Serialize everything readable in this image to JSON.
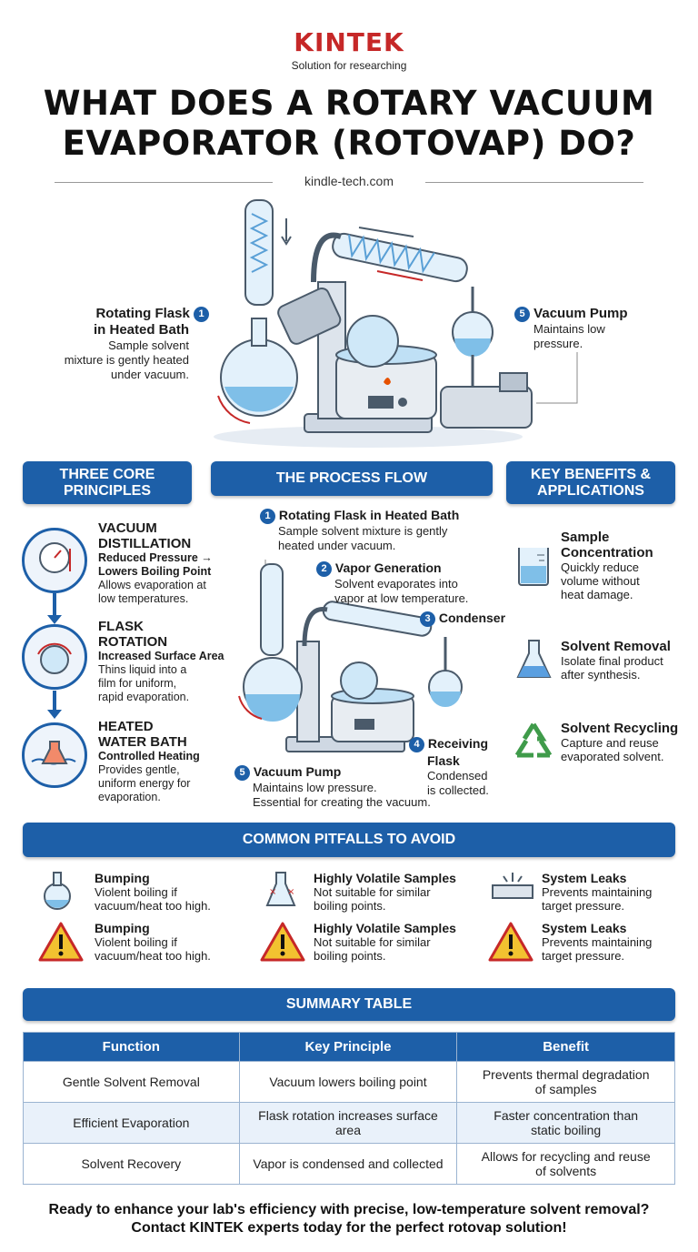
{
  "brand": {
    "logo": "KINTEK",
    "tagline": "Solution for researching"
  },
  "title": {
    "line1": "WHAT DOES A ROTARY VACUUM",
    "line2": "EVAPORATOR (ROTOVAP) DO?"
  },
  "source": "kindle-tech.com",
  "hero": {
    "callout1": {
      "num": "1",
      "title1": "Rotating Flask",
      "title2": "in Heated Bath",
      "text1": "Sample solvent",
      "text2": "mixture is gently heated",
      "text3": "under vacuum."
    },
    "callout5": {
      "num": "5",
      "title": "Vacuum Pump",
      "text1": "Maintains low",
      "text2": "pressure."
    }
  },
  "sections": {
    "principles": {
      "l1": "THREE CORE",
      "l2": "PRINCIPLES"
    },
    "process": "THE PROCESS FLOW",
    "benefits": {
      "l1": "KEY BENEFITS &",
      "l2": "APPLICATIONS"
    }
  },
  "principles": [
    {
      "t1": "VACUUM",
      "t2": "DISTILLATION",
      "s1": "Reduced Pressure →",
      "s2": "Lowers Boiling Point",
      "x1": "Allows evaporation at",
      "x2": "low temperatures.",
      "x3": ""
    },
    {
      "t1": "FLASK",
      "t2": "ROTATION",
      "s1": "Increased Surface Area",
      "s2": "",
      "x1": "Thins liquid into a",
      "x2": "film for uniform,",
      "x3": "rapid evaporation."
    },
    {
      "t1": "HEATED",
      "t2": "WATER BATH",
      "s1": "Controlled Heating",
      "s2": "",
      "x1": "Provides gentle,",
      "x2": "uniform energy for",
      "x3": "evaporation."
    }
  ],
  "process": {
    "step1": {
      "num": "1",
      "title": "Rotating Flask in Heated Bath",
      "t1": "Sample solvent mixture is gently",
      "t2": "heated under vacuum."
    },
    "step2": {
      "num": "2",
      "title": "Vapor Generation",
      "t1": "Solvent evaporates into",
      "t2": "vapor at low temperature."
    },
    "step3": {
      "num": "3",
      "title": "Condenser"
    },
    "step4": {
      "num": "4",
      "title1": "Receiving",
      "title2": "Flask",
      "t1": "Condensed",
      "t2": "is collected."
    },
    "step5": {
      "num": "5",
      "title": "Vacuum Pump",
      "t1": "Maintains low pressure.",
      "t2": "Essential for creating the vacuum."
    }
  },
  "benefits": [
    {
      "t1": "Sample",
      "t2": "Concentration",
      "x1": "Quickly reduce",
      "x2": "volume without",
      "x3": "heat damage."
    },
    {
      "t1": "Solvent Removal",
      "t2": "",
      "x1": "Isolate final product",
      "x2": "after synthesis.",
      "x3": ""
    },
    {
      "t1": "Solvent Recycling",
      "t2": "",
      "x1": "Capture and reuse",
      "x2": "evaporated solvent.",
      "x3": ""
    }
  ],
  "pitfalls": {
    "heading": "COMMON PITFALLS TO AVOID",
    "items": [
      {
        "title": "Bumping",
        "x1": "Violent boiling if",
        "x2": "vacuum/heat too high."
      },
      {
        "title": "Highly Volatile Samples",
        "x1": "Not suitable for similar",
        "x2": "boiling points."
      },
      {
        "title": "System Leaks",
        "x1": "Prevents maintaining",
        "x2": "target pressure."
      },
      {
        "title": "Bumping",
        "x1": "Violent boiling if",
        "x2": "vacuum/heat too high."
      },
      {
        "title": "Highly Volatile Samples",
        "x1": "Not suitable for similar",
        "x2": "boiling points."
      },
      {
        "title": "System Leaks",
        "x1": "Prevents maintaining",
        "x2": "target pressure."
      }
    ]
  },
  "summary": {
    "heading": "SUMMARY TABLE",
    "columns": [
      "Function",
      "Key Principle",
      "Benefit"
    ],
    "rows": [
      [
        {
          "a": "Gentle Solvent Removal",
          "b": ""
        },
        {
          "a": "Vacuum lowers boiling point",
          "b": ""
        },
        {
          "a": "Prevents thermal degradation",
          "b": "of samples"
        }
      ],
      [
        {
          "a": "Efficient Evaporation",
          "b": ""
        },
        {
          "a": "Flask rotation increases surface",
          "b": "area"
        },
        {
          "a": "Faster concentration than",
          "b": "static boiling"
        }
      ],
      [
        {
          "a": "Solvent Recovery",
          "b": ""
        },
        {
          "a": "Vapor is condensed and collected",
          "b": ""
        },
        {
          "a": "Allows for recycling and reuse",
          "b": "of solvents"
        }
      ]
    ]
  },
  "footer": {
    "line1": "Ready to enhance your lab's efficiency with precise, low-temperature solvent removal?",
    "line2": "Contact KINTEK experts today for the perfect rotovap solution!"
  },
  "colors": {
    "accent": "#1d5fa8",
    "brand": "#c62828",
    "warning": "#f2c230"
  }
}
